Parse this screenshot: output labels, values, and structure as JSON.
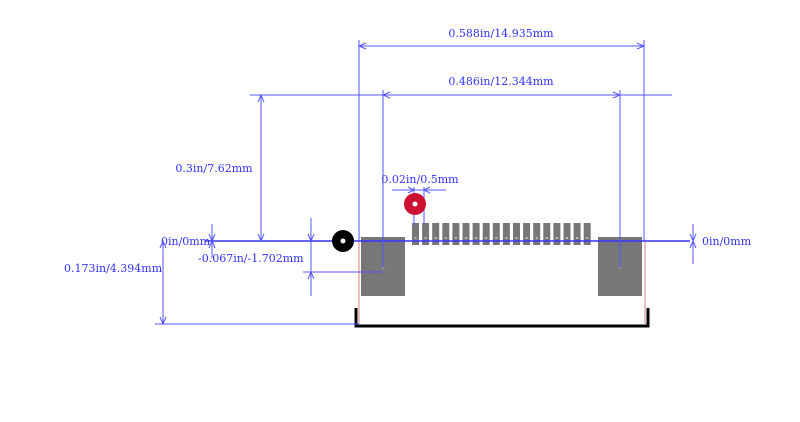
{
  "dimensions": {
    "overall_width": "0.588in/14.935mm",
    "pad_span": "0.486in/12.344mm",
    "height": "0.3in/7.62mm",
    "pitch": "0.02in/0.5mm",
    "origin_left": "0in/0mm",
    "origin_right": "0in/0mm",
    "offset": "-0.067in/-1.702mm",
    "depth": "0.173in/4.394mm"
  },
  "pin_count": 18,
  "colors": {
    "dimension": "#3333ff",
    "pad": "#777777",
    "outline": "#000000",
    "pin1_marker": "#cc1133",
    "origin_marker": "#000000"
  }
}
